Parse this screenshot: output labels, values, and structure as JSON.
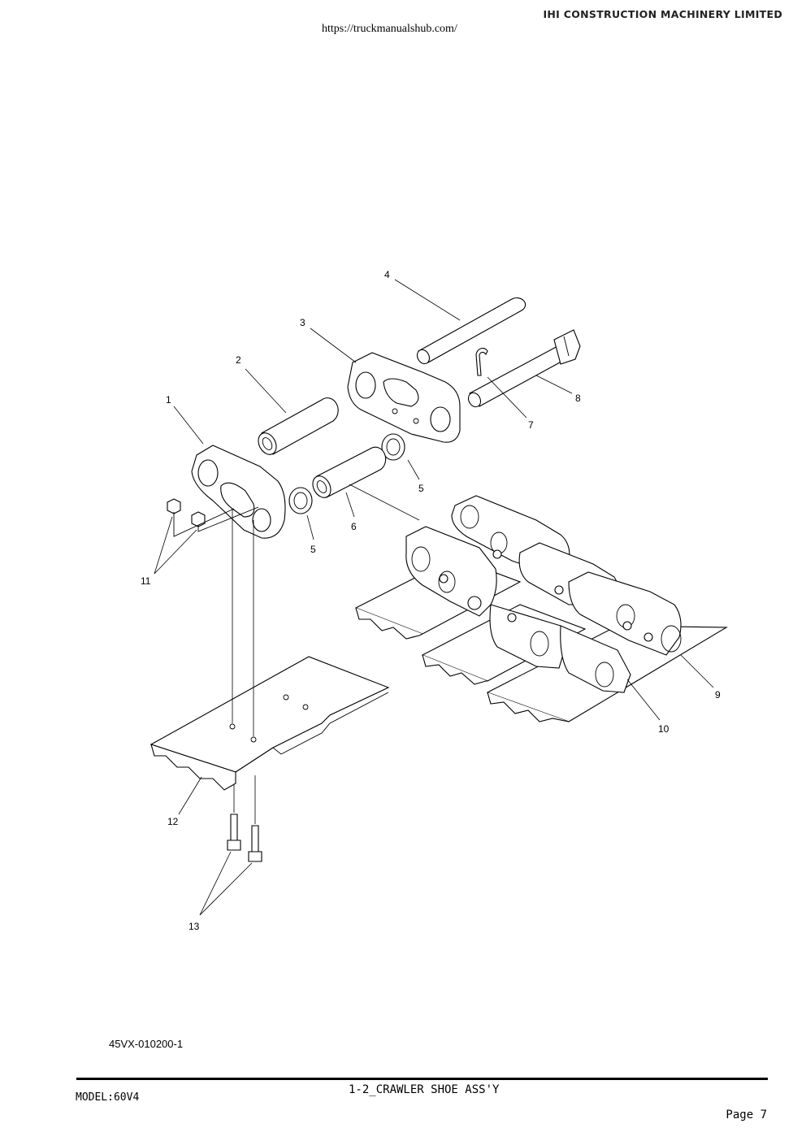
{
  "header": {
    "url": "https://truckmanualshub.com/",
    "company": "IHI CONSTRUCTION MACHINERY LIMITED"
  },
  "diagram": {
    "callouts": [
      "1",
      "2",
      "3",
      "4",
      "5",
      "5",
      "6",
      "7",
      "8",
      "9",
      "10",
      "11",
      "12",
      "13"
    ],
    "drawing_number": "45VX-010200-1"
  },
  "footer": {
    "title": "1-2_CRAWLER SHOE ASS'Y",
    "model": "MODEL:60V4",
    "page": "Page 7"
  }
}
